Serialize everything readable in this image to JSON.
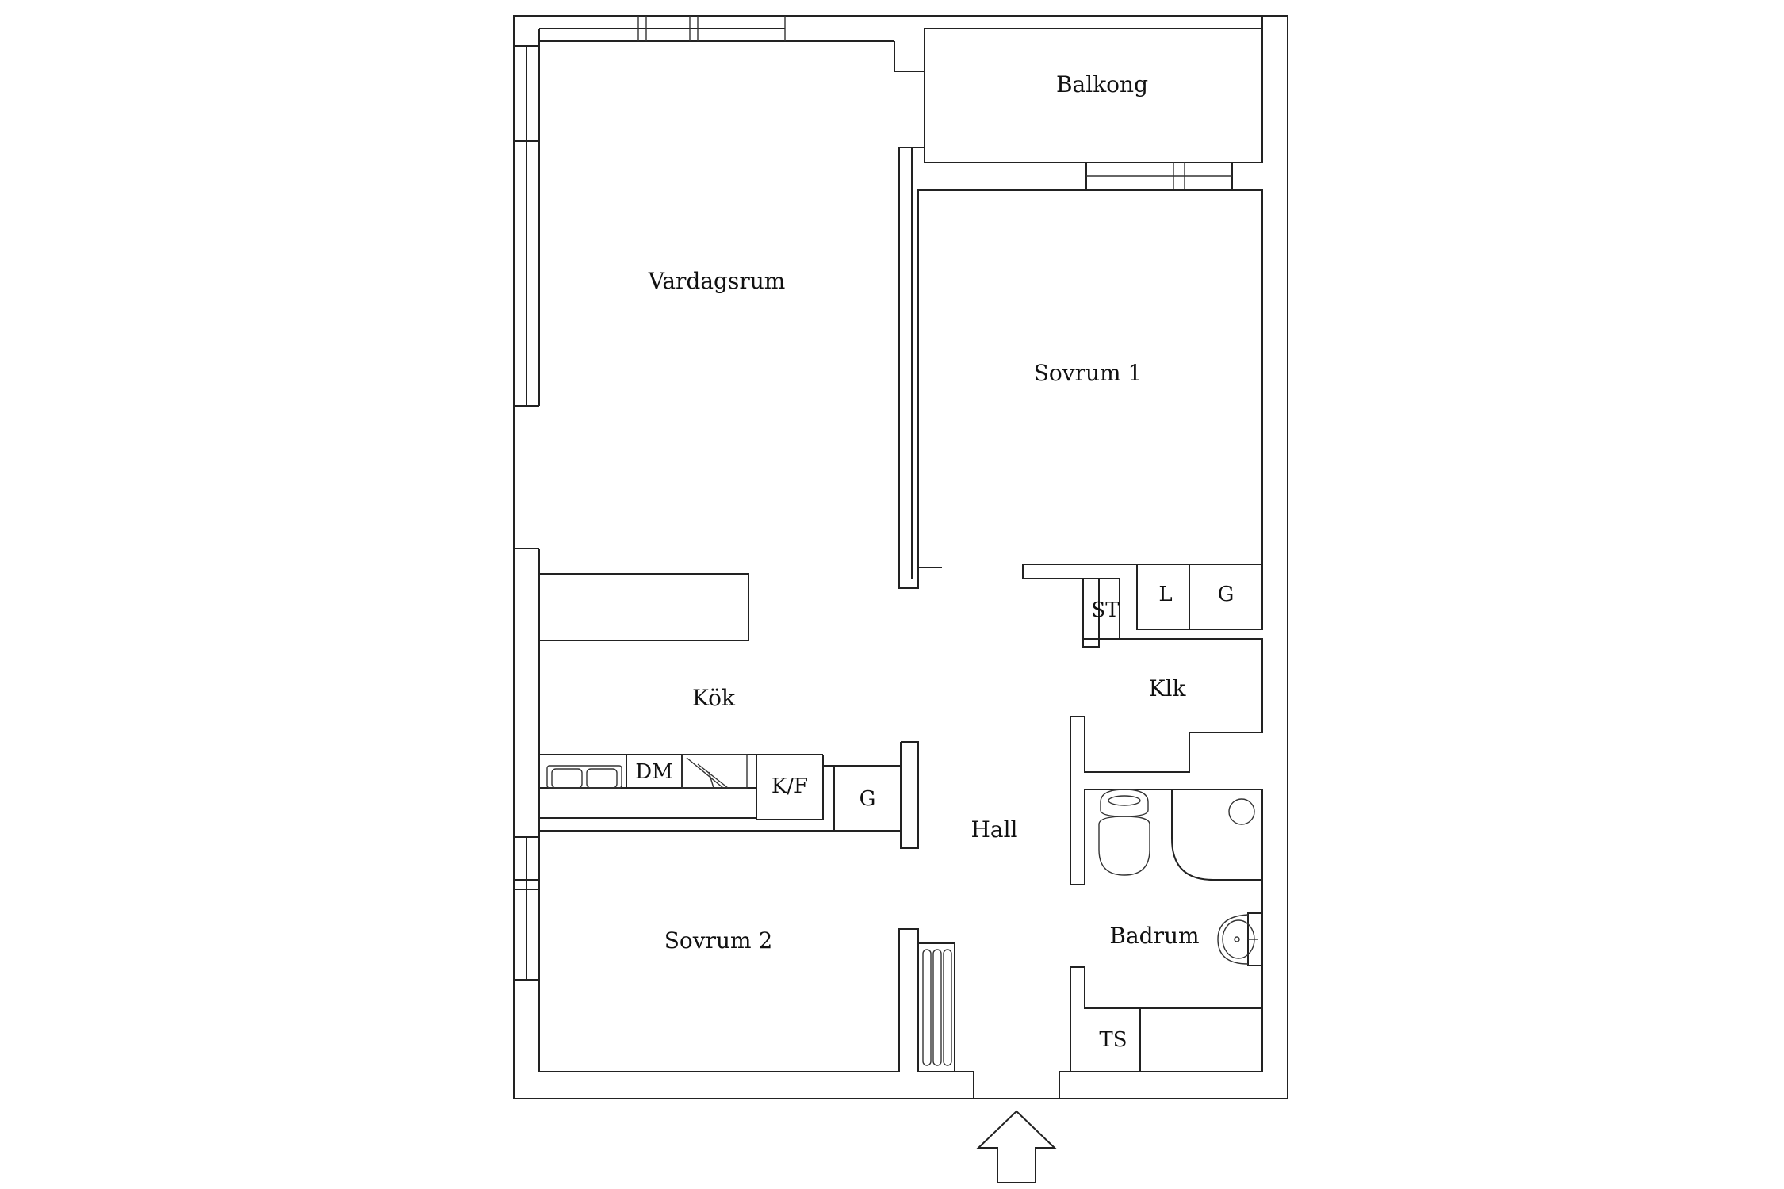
{
  "rooms": {
    "balkong": "Balkong",
    "vardagsrum": "Vardagsrum",
    "sovrum1": "Sovrum 1",
    "kok": "Kök",
    "hall": "Hall",
    "klk": "Klk",
    "badrum": "Badrum",
    "sovrum2": "Sovrum 2"
  },
  "fixtures": {
    "st": "ST",
    "l": "L",
    "g_closet": "G",
    "dm": "DM",
    "kf": "K/F",
    "g_kitchen": "G",
    "ts": "TS"
  },
  "icons": {
    "entrance": "entrance-arrow-icon",
    "sink": "kitchen-sink-icon",
    "stove": "stove-icon",
    "toilet": "toilet-icon",
    "shower": "shower-icon",
    "washbasin": "washbasin-icon",
    "radiator": "radiator-icon"
  }
}
